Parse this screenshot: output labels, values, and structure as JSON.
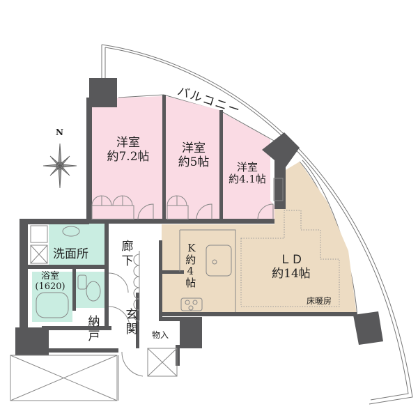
{
  "floor_plan": {
    "compass": {
      "label": "N"
    },
    "balcony": {
      "label": "バルコニー"
    },
    "rooms": [
      {
        "id": "western-room-1",
        "name": "洋室",
        "size": "約7.2帖"
      },
      {
        "id": "western-room-2",
        "name": "洋室",
        "size": "約5帖"
      },
      {
        "id": "western-room-3",
        "name": "洋室",
        "size": "約4.1帖"
      },
      {
        "id": "living-dining",
        "name": "ＬＤ",
        "size": "約14帖",
        "note": "床暖房"
      },
      {
        "id": "kitchen",
        "name": "K",
        "size": "約4帖"
      },
      {
        "id": "washroom",
        "name": "洗面所"
      },
      {
        "id": "bathroom",
        "name": "浴室",
        "size": "(1620)"
      },
      {
        "id": "hallway",
        "name": "廊下"
      },
      {
        "id": "entrance",
        "name": "玄関"
      },
      {
        "id": "storage",
        "name": "納戸"
      },
      {
        "id": "closet",
        "name": "物入"
      }
    ],
    "colors": {
      "western_room": "#fadbe4",
      "living_dining": "#eddcc3",
      "wet_area": "#c9ede1",
      "wall": "#58585a",
      "line": "#666666"
    }
  }
}
